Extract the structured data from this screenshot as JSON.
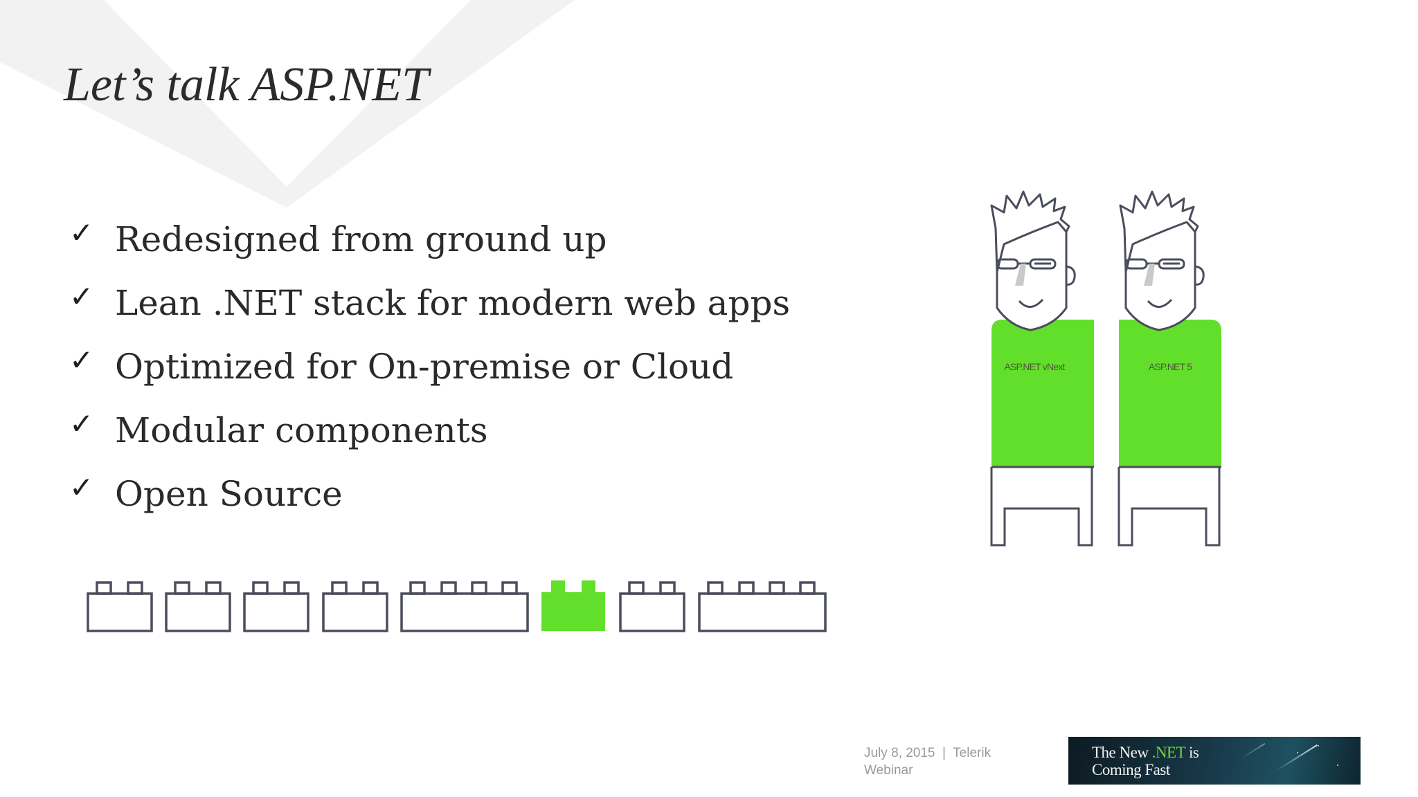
{
  "slide": {
    "title": "Let’s talk ASP.NET",
    "bullets": [
      {
        "check": "✓",
        "text": "Redesigned from ground up"
      },
      {
        "check": "✓",
        "text": "Lean .NET stack for modern web apps"
      },
      {
        "check": "✓",
        "text": "Optimized for On-premise or Cloud"
      },
      {
        "check": "✓",
        "text": "Modular components"
      },
      {
        "check": "✓",
        "text": "Open Source"
      }
    ],
    "illustration": {
      "left_shirt": "ASP.NET vNext",
      "right_shirt": "ASP.NET 5"
    },
    "bricks": {
      "highlight_color": "#62df2b",
      "outline_color": "#4a4d5c"
    }
  },
  "footer": {
    "date_line": "July 8, 2015  |  Telerik",
    "second_line": "Webinar"
  },
  "badge": {
    "line1_a": "The New ",
    "line1_net": ".NET",
    "line1_b": " is",
    "line2": "Coming Fast"
  },
  "colors": {
    "accent_green": "#62df2b",
    "chevron_gray": "#f1f1f1"
  }
}
